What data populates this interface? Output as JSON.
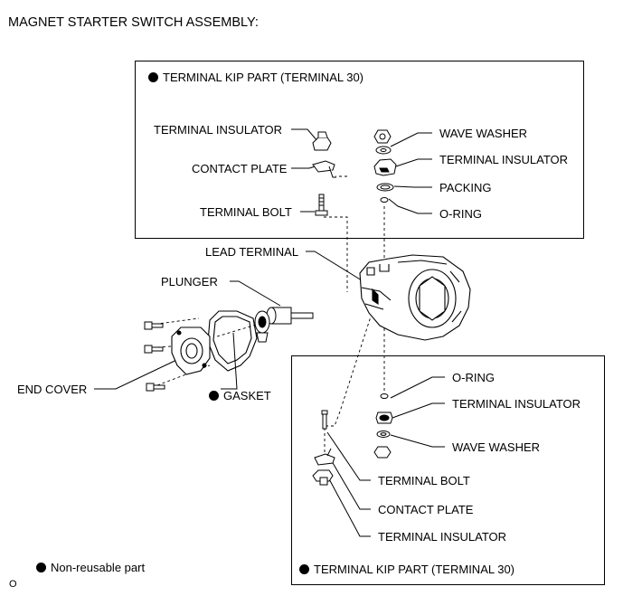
{
  "title": "MAGNET STARTER SWITCH ASSEMBLY:",
  "top_box": {
    "heading": "TERMINAL KIP PART (TERMINAL 30)",
    "labels": {
      "terminal_insulator_left": "TERMINAL INSULATOR",
      "contact_plate": "CONTACT PLATE",
      "terminal_bolt": "TERMINAL BOLT",
      "wave_washer": "WAVE WASHER",
      "terminal_insulator_right": "TERMINAL INSULATOR",
      "packing": "PACKING",
      "o_ring": "O-RING"
    }
  },
  "middle": {
    "lead_terminal": "LEAD TERMINAL",
    "plunger": "PLUNGER",
    "end_cover": "END COVER",
    "gasket": "GASKET"
  },
  "bottom_box": {
    "heading": "TERMINAL KIP PART (TERMINAL 30)",
    "labels": {
      "o_ring": "O-RING",
      "terminal_insulator_right": "TERMINAL INSULATOR",
      "wave_washer": "WAVE WASHER",
      "terminal_bolt": "TERMINAL BOLT",
      "contact_plate": "CONTACT PLATE",
      "terminal_insulator_left": "TERMINAL INSULATOR"
    }
  },
  "legend": {
    "non_reusable": "Non-reusable part"
  },
  "figure_code": "O"
}
